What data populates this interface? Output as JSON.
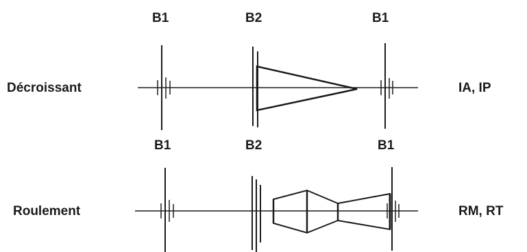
{
  "rows": [
    {
      "name": "Décroissant",
      "codes": "IA, IP",
      "markers": [
        "B1",
        "B2",
        "B1"
      ]
    },
    {
      "name": "Roulement",
      "codes": "RM, RT",
      "markers": [
        "B1",
        "B2",
        "B1"
      ]
    }
  ]
}
